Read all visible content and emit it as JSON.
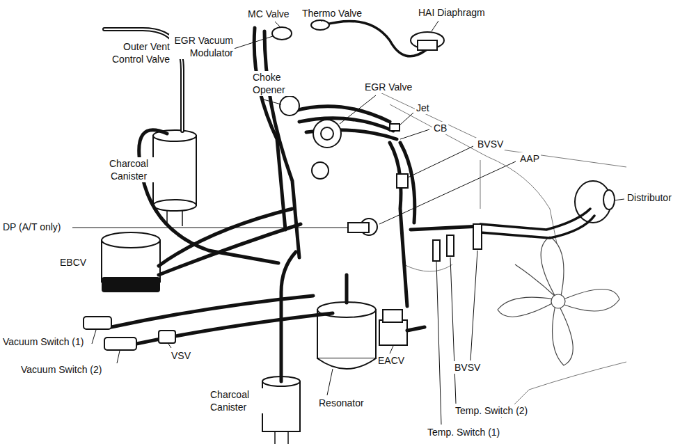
{
  "diagram": {
    "labels": [
      "MC Valve",
      "Thermo Valve",
      "HAI Diaphragm",
      "EGR Vacuum Modulator",
      "Outer Vent Control Valve",
      "Choke Opener",
      "EGR Valve",
      "Jet",
      "CB",
      "BVSV",
      "AAP",
      "Charcoal Canister",
      "Distributor",
      "DP (A/T only)",
      "EBCV",
      "Vacuum Switch (1)",
      "Vacuum Switch (2)",
      "VSV",
      "EACV",
      "BVSV",
      "Charcoal Canister",
      "Resonator",
      "Temp. Switch (2)",
      "Temp. Switch (1)"
    ]
  }
}
